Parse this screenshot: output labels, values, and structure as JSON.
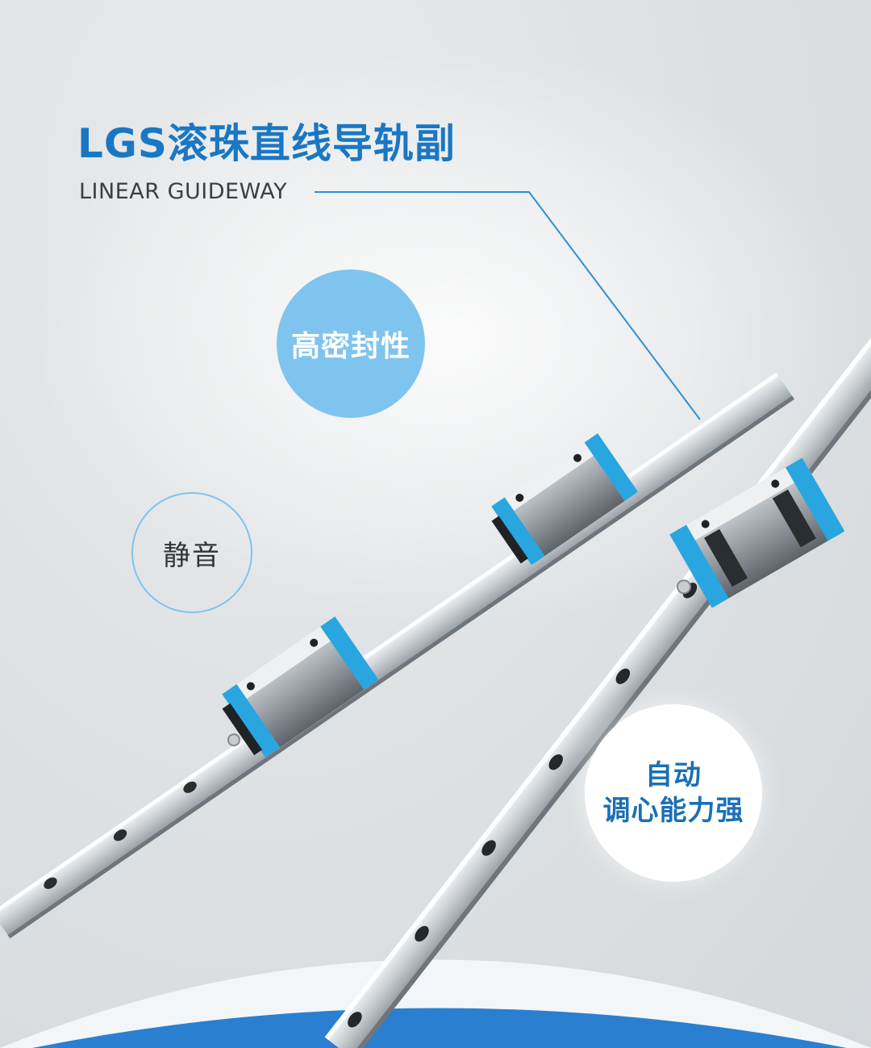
{
  "heading": {
    "title": "LGS滚珠直线导轨副",
    "subtitle": "LINEAR GUIDEWAY"
  },
  "features": {
    "seal": "高密封性",
    "silent": "静音",
    "self_align_line1": "自动",
    "self_align_line2": "调心能力强"
  },
  "colors": {
    "brand_blue": "#1a77c4",
    "light_blue": "#7fc4ee",
    "carriage_blue": "#29a6df",
    "subtitle_gray": "#3a3f44",
    "self_align_text": "#1c6fb5",
    "leader_line": "#2f8fd4",
    "bottom_arc": "#2a7fd0"
  }
}
